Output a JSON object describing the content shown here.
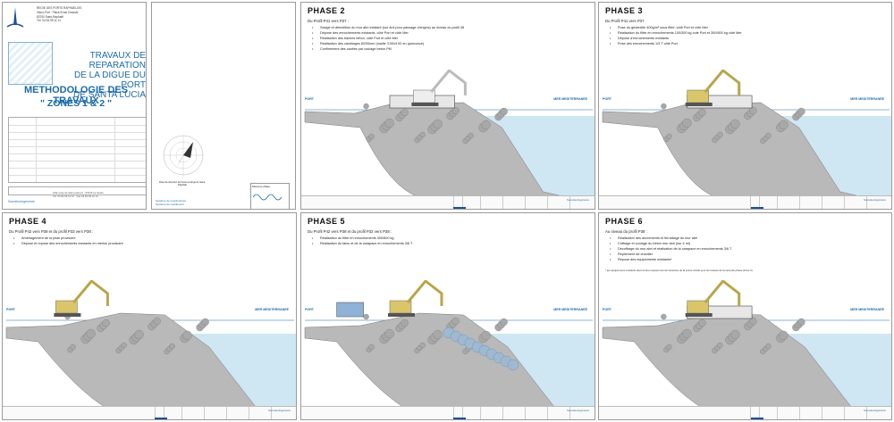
{
  "cover": {
    "addr": [
      "REGIE DES PORTS RAPHAELOIS",
      "Vieux-Port · Place Ernst Cessole",
      "83700 Saint-Raphaël",
      "Tél. 04 94 95 11 11"
    ],
    "title_lines": [
      "TRAVAUX DE REPARATION",
      "DE LA DIGUE DU PORT",
      "DE SANTA LUCIA"
    ],
    "methodo": "METHODOLOGIE DES TRAVAUX",
    "zones": "\" ZONES 1 & 2 \"",
    "logo_text": "SoméleoIngénierie",
    "foot_lines": [
      "ZAE route de Saint-Laurent · 83130 La Garde",
      "Tél. 04 94 09 12 12 · Fax 04 94 09 12 13"
    ]
  },
  "sheet2": {
    "legend_title": "Mesures d'Eau",
    "rose_caption": "Rose de direction de houle au large de Saint-Raphaël",
    "coord_lines": [
      "Système de coordonnées",
      "Système de nivellement"
    ]
  },
  "labels": {
    "port": "PORT",
    "mer": "MER MEDITERRANEE",
    "profil_pre": "Du Profil"
  },
  "phases": [
    {
      "title": "PHASE 2",
      "profil": "Du Profil P41 vers P37 :",
      "items": [
        "Sciage et démolition du mur abri existant (sur 4ml pour passage d'engins) au niveau du profil 38",
        "Dépose des enrochements existants, côté Port et côté Mer",
        "Réalisation des bâches béton, côté Port et côté Mer",
        "Réalisation des carottages Ø200mm (maille 3.00x3.00 en quinconce)",
        "Confinement des cavités par coulage béton PM"
      ]
    },
    {
      "title": "PHASE 3",
      "profil": "Du Profil P41 vers P37",
      "items": [
        "Pose du géotextile 400g/m² sous filtre, côté Port et côté Mer",
        "Réalisation du filtre en enrochements 100/300 kg coté Port et 300/600 kg côté Mer",
        "Dépose d'enrochements existants",
        "Pose des enrochements 1/3 T côté Port"
      ]
    },
    {
      "title": "PHASE 4",
      "profil": "Du Profil P42 vers P38 et du profil P33 vers P38 :",
      "items": [
        "Aménagement de la piste provisoire",
        "Dépose et repose des enrochements existants en merlon provisoire"
      ]
    },
    {
      "title": "PHASE 5",
      "profil": "Du Profil P42 vers P38 et du profil P32 vers P38 :",
      "items": [
        "Réalisation du filtre en enrochements 300/600 kg",
        "Réalisation du talus et de la carapace en enrochements 3/6 T"
      ]
    },
    {
      "title": "PHASE 6",
      "profil": "Au niveau du profil P38 :",
      "items": [
        "Réalisation des ancrements et ferraillage du mur abri",
        "Coffrage et coulage du béton mur abri (sur 4 ml)",
        "Décoffrage du mur abri et réalisation de la carapace en enrochements 3/6 T",
        "Repliement de chantier",
        "Repose des équipements existants*"
      ]
    }
  ],
  "phase6_note": "* les équipements existants devront être reposés lors de l'avancée de la pointe d'arrêt pour les travaux de la seconde phase (Zone 3)",
  "colors": {
    "blue": "#1b6aa8",
    "water": "#cfe7f2",
    "rock": "#b9b9b9",
    "red": "#d62020",
    "machine": "#d9c66a"
  }
}
